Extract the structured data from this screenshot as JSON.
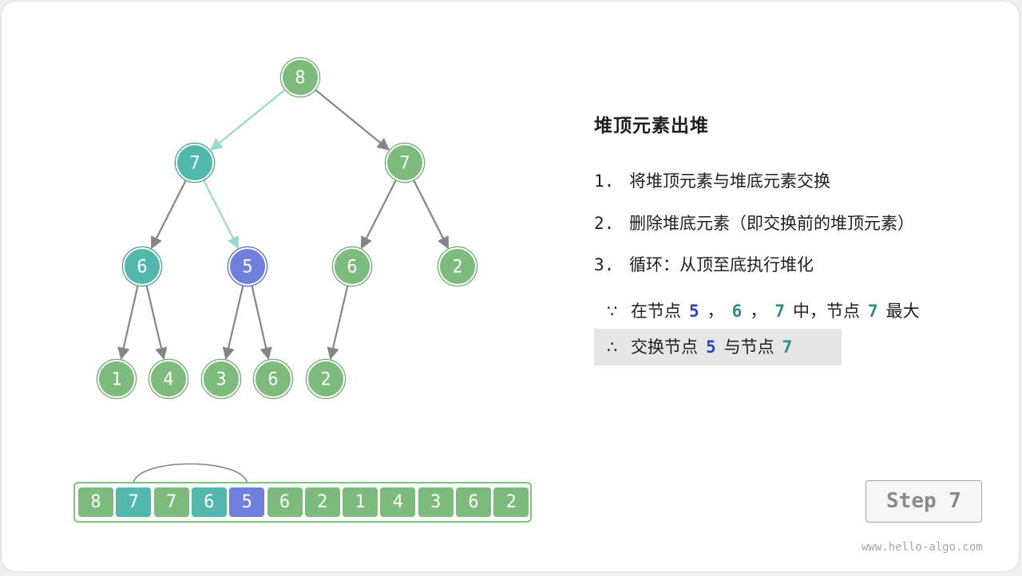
{
  "colors": {
    "default_node": "#7dbb7d",
    "node_ring": "#6aaa6a",
    "teal_node": "#52b8ad",
    "blue_node": "#6f7fde",
    "edge": "#858585",
    "edge_highlight": "#9ad7cf"
  },
  "tree": {
    "nodes": [
      {
        "id": "n0",
        "value": "8",
        "state": "default"
      },
      {
        "id": "n1",
        "value": "7",
        "state": "teal"
      },
      {
        "id": "n2",
        "value": "7",
        "state": "default"
      },
      {
        "id": "n3",
        "value": "6",
        "state": "teal"
      },
      {
        "id": "n4",
        "value": "5",
        "state": "blue"
      },
      {
        "id": "n5",
        "value": "6",
        "state": "default"
      },
      {
        "id": "n6",
        "value": "2",
        "state": "default"
      },
      {
        "id": "n7",
        "value": "1",
        "state": "default"
      },
      {
        "id": "n8",
        "value": "4",
        "state": "default"
      },
      {
        "id": "n9",
        "value": "3",
        "state": "default"
      },
      {
        "id": "n10",
        "value": "6",
        "state": "default"
      },
      {
        "id": "n11",
        "value": "2",
        "state": "default"
      }
    ],
    "edges": [
      {
        "from": "n0",
        "to": "n1",
        "highlight": true
      },
      {
        "from": "n0",
        "to": "n2",
        "highlight": false
      },
      {
        "from": "n1",
        "to": "n3",
        "highlight": false
      },
      {
        "from": "n1",
        "to": "n4",
        "highlight": true
      },
      {
        "from": "n2",
        "to": "n5",
        "highlight": false
      },
      {
        "from": "n2",
        "to": "n6",
        "highlight": false
      },
      {
        "from": "n3",
        "to": "n7",
        "highlight": false
      },
      {
        "from": "n3",
        "to": "n8",
        "highlight": false
      },
      {
        "from": "n4",
        "to": "n9",
        "highlight": false
      },
      {
        "from": "n4",
        "to": "n10",
        "highlight": false
      },
      {
        "from": "n5",
        "to": "n11",
        "highlight": false
      }
    ]
  },
  "array": {
    "cells": [
      {
        "value": "8",
        "state": "default"
      },
      {
        "value": "7",
        "state": "teal"
      },
      {
        "value": "7",
        "state": "default"
      },
      {
        "value": "6",
        "state": "teal"
      },
      {
        "value": "5",
        "state": "blue"
      },
      {
        "value": "6",
        "state": "default"
      },
      {
        "value": "2",
        "state": "default"
      },
      {
        "value": "1",
        "state": "default"
      },
      {
        "value": "4",
        "state": "default"
      },
      {
        "value": "3",
        "state": "default"
      },
      {
        "value": "6",
        "state": "default"
      },
      {
        "value": "2",
        "state": "default"
      }
    ],
    "swap_arc": {
      "from_index": 1,
      "to_index": 4
    }
  },
  "panel": {
    "title": "堆顶元素出堆",
    "steps": [
      {
        "num": "1.",
        "text": "将堆顶元素与堆底元素交换"
      },
      {
        "num": "2.",
        "text": "删除堆底元素（即交换前的堆顶元素）"
      },
      {
        "num": "3.",
        "text": "循环：从顶至底执行堆化"
      }
    ],
    "because": {
      "symbol": "∵",
      "prefix": "在节点",
      "n1": "5",
      "sep1": "，",
      "n2": "6",
      "sep2": "，",
      "n3": "7",
      "mid": "中，节点",
      "n4": "7",
      "suffix": "最大"
    },
    "therefore": {
      "symbol": "∴",
      "prefix": "交换节点",
      "n1": "5",
      "mid": "与节点",
      "n2": "7"
    }
  },
  "step_button": {
    "label": "Step 7"
  },
  "footer": {
    "site": "www.hello-algo.com"
  }
}
